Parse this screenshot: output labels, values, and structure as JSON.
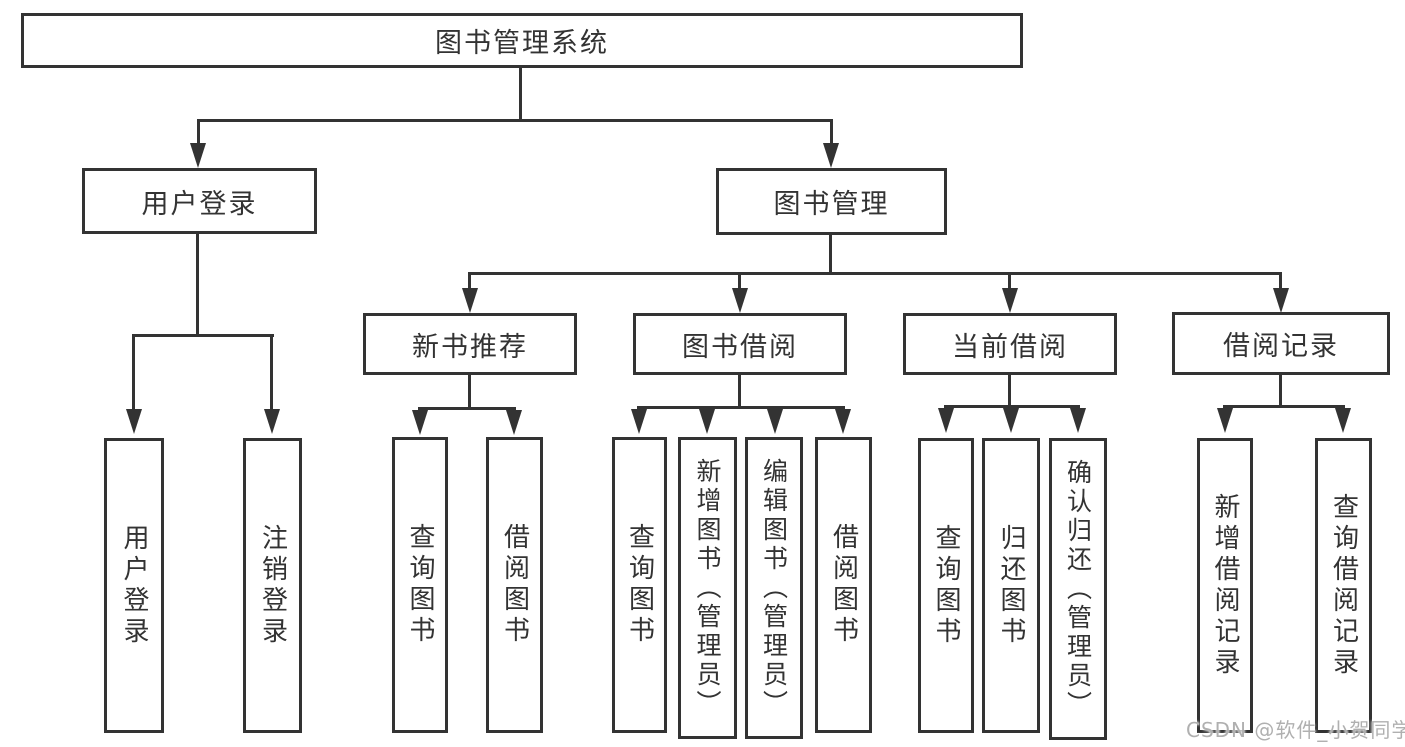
{
  "diagram": {
    "root": {
      "label": "图书管理系统"
    },
    "level2": [
      {
        "label": "用户登录"
      },
      {
        "label": "图书管理"
      }
    ],
    "level3": [
      {
        "label": "新书推荐"
      },
      {
        "label": "图书借阅"
      },
      {
        "label": "当前借阅"
      },
      {
        "label": "借阅记录"
      }
    ],
    "leaves": {
      "user_login": [
        "用户登录",
        "注销登录"
      ],
      "new_book_rec": [
        "查询图书",
        "借阅图书"
      ],
      "book_borrow": [
        "查询图书",
        "新增图书（管理员）",
        "编辑图书（管理员）",
        "借阅图书"
      ],
      "current_borrow": [
        "查询图书",
        "归还图书",
        "确认归还（管理员）"
      ],
      "borrow_records": [
        "新增借阅记录",
        "查询借阅记录"
      ]
    }
  },
  "watermark": {
    "text": "CSDN @软件_小贺同学"
  },
  "colors": {
    "line": "#333333",
    "text": "#333333",
    "background": "#ffffff",
    "watermark": "#b0b0b0"
  }
}
